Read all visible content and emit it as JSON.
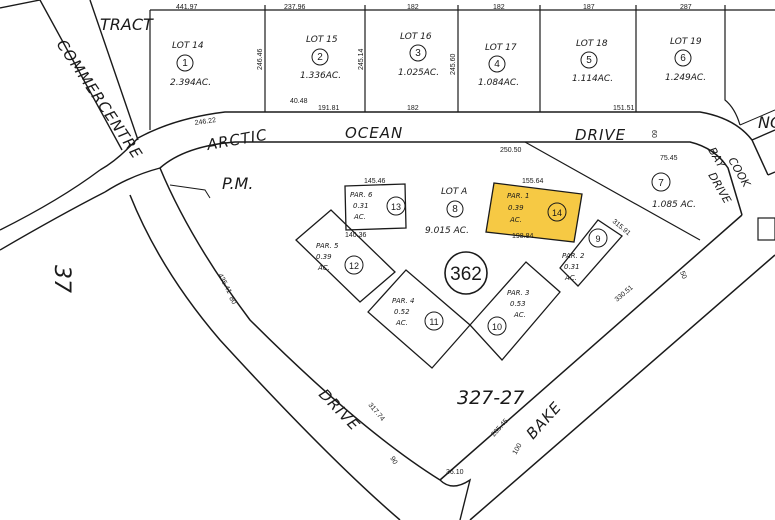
{
  "map": {
    "tract_label": "TRACT",
    "pm_label": "P.M.",
    "book_number": "37",
    "page_number": "327-27",
    "parcel_block_number": "362",
    "highlight_color": "#f6c944"
  },
  "streets": {
    "commercentre": "COMMERCENTRE",
    "arctic": "ARCTIC",
    "ocean": "OCEAN",
    "drive_top": "DRIVE",
    "cook": "COOK",
    "bay": "BAY",
    "drive_right": "DRIVE",
    "drive_bottom": "DRIVE",
    "bake": "BAKE",
    "partial_top_right": "NO"
  },
  "lots": [
    {
      "label": "LOT 14",
      "num": "1",
      "area": "2.394AC."
    },
    {
      "label": "LOT 15",
      "num": "2",
      "area": "1.336AC."
    },
    {
      "label": "LOT 16",
      "num": "3",
      "area": "1.025AC."
    },
    {
      "label": "LOT 17",
      "num": "4",
      "area": "1.084AC."
    },
    {
      "label": "LOT 18",
      "num": "5",
      "area": "1.114AC."
    },
    {
      "label": "LOT 19",
      "num": "6",
      "area": "1.249AC."
    }
  ],
  "parcels": {
    "lot_a": {
      "label": "LOT A",
      "num": "8",
      "area": "9.015 AC."
    },
    "lot7": {
      "num": "7",
      "area": "1.085 AC."
    },
    "par1": {
      "label": "PAR. 1",
      "area": "0.39",
      "unit": "AC.",
      "num": "14"
    },
    "par2": {
      "label": "PAR. 2",
      "area": "0.31",
      "unit": "AC.",
      "num": "9"
    },
    "par3": {
      "label": "PAR. 3",
      "area": "0.53",
      "unit": "AC.",
      "num": "10"
    },
    "par4": {
      "label": "PAR. 4",
      "area": "0.52",
      "unit": "AC.",
      "num": "11"
    },
    "par5": {
      "label": "PAR. 5",
      "area": "0.39",
      "unit": "AC.",
      "num": "12"
    },
    "par6": {
      "label": "PAR. 6",
      "area": "0.31",
      "unit": "AC.",
      "num": "13"
    }
  },
  "dimensions": {
    "d1": "441.97",
    "d2": "237.96",
    "d3": "182",
    "d4": "182",
    "d5": "187",
    "d6": "287",
    "d7": "246.46",
    "d8": "245.14",
    "d9": "245.60",
    "d10": "40.48",
    "d11": "191.81",
    "d12": "182",
    "d13": "151.51",
    "d14": "246.22",
    "d15": "250.50",
    "d16": "155.64",
    "d17": "198.84",
    "d18": "145.46",
    "d19": "140.36",
    "d20": "75.45",
    "d21": "315.91",
    "d22": "330.51",
    "d23": "435.41",
    "d24": "317.74",
    "d25": "36.10",
    "d26": "285.45",
    "d27": "50",
    "d28": "80",
    "d29": "60",
    "d30": "100",
    "d31": "90"
  }
}
